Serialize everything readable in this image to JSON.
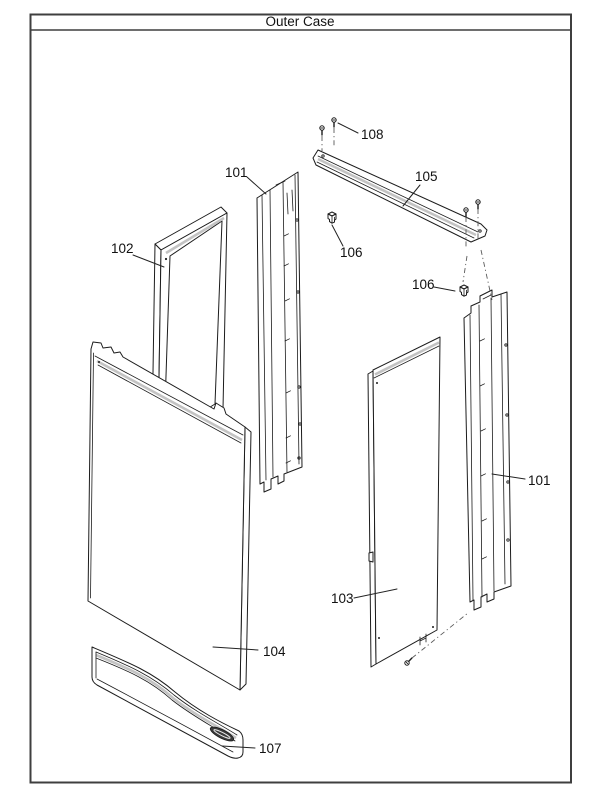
{
  "header": {
    "title": "Outer Case"
  },
  "diagram": {
    "type": "exploded-parts-diagram",
    "labels": [
      {
        "id": "screws-top",
        "text": "108"
      },
      {
        "id": "top-trim",
        "text": "105"
      },
      {
        "id": "rail-left",
        "text": "101"
      },
      {
        "id": "clip-left",
        "text": "106"
      },
      {
        "id": "frame",
        "text": "102"
      },
      {
        "id": "clip-right",
        "text": "106"
      },
      {
        "id": "rail-right",
        "text": "101"
      },
      {
        "id": "side-panel",
        "text": "103"
      },
      {
        "id": "front-panel",
        "text": "104"
      },
      {
        "id": "kick-strip",
        "text": "107"
      }
    ]
  },
  "colors": {
    "line": "#1c1c1c",
    "shade": "#c3c3c3",
    "border": "#3f3f3f"
  }
}
